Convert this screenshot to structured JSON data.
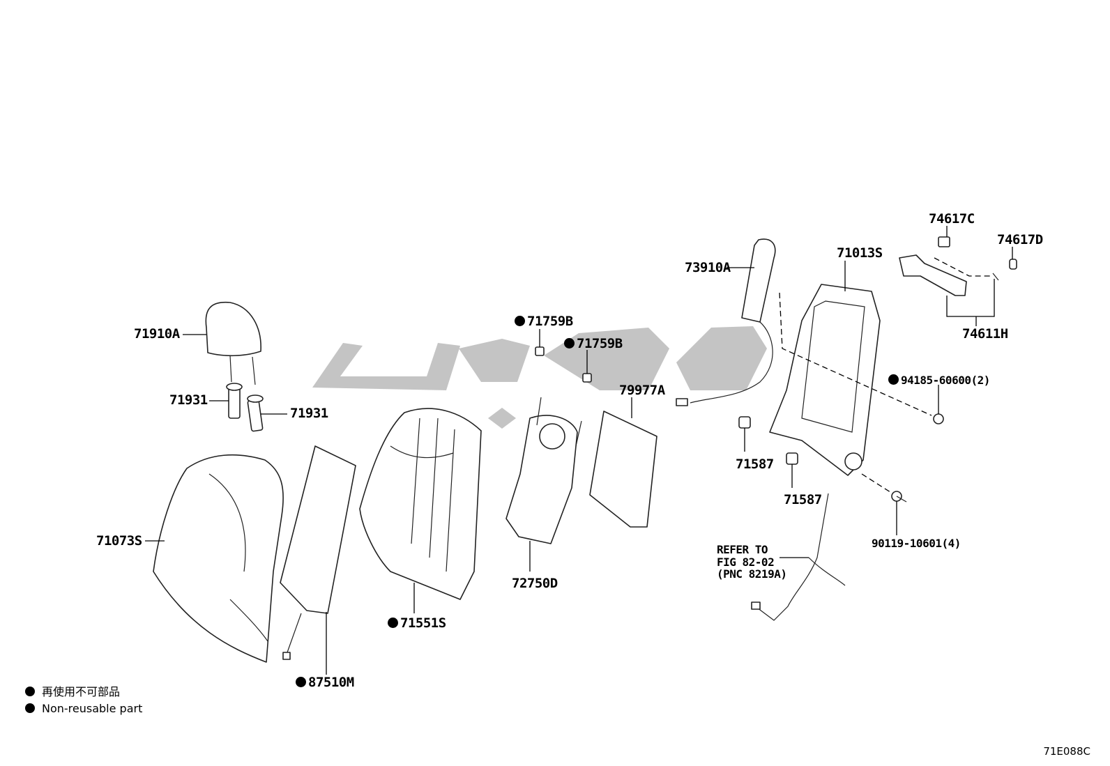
{
  "parts": {
    "p71910A": "71910A",
    "p71931_left": "71931",
    "p71931_right": "71931",
    "p71073S": "71073S",
    "p87510M": "87510M",
    "p71551S": "71551S",
    "p71759B_1": "71759B",
    "p71759B_2": "71759B",
    "p72750D": "72750D",
    "p79977A": "79977A",
    "p73910A": "73910A",
    "p71013S": "71013S",
    "p71587_1": "71587",
    "p71587_2": "71587",
    "p74617C": "74617C",
    "p74617D": "74617D",
    "p74611H": "74611H",
    "p94185": "94185-60600(2)",
    "p90119": "90119-10601(4)"
  },
  "reference_note": "REFER TO\nFIG 82-02\n(PNC 8219A)",
  "legend": {
    "line_ja": "再使用不可部品",
    "line_en": "Non-reusable part"
  },
  "figure_code": "71E088C",
  "watermark_color": "#c4c4c4"
}
